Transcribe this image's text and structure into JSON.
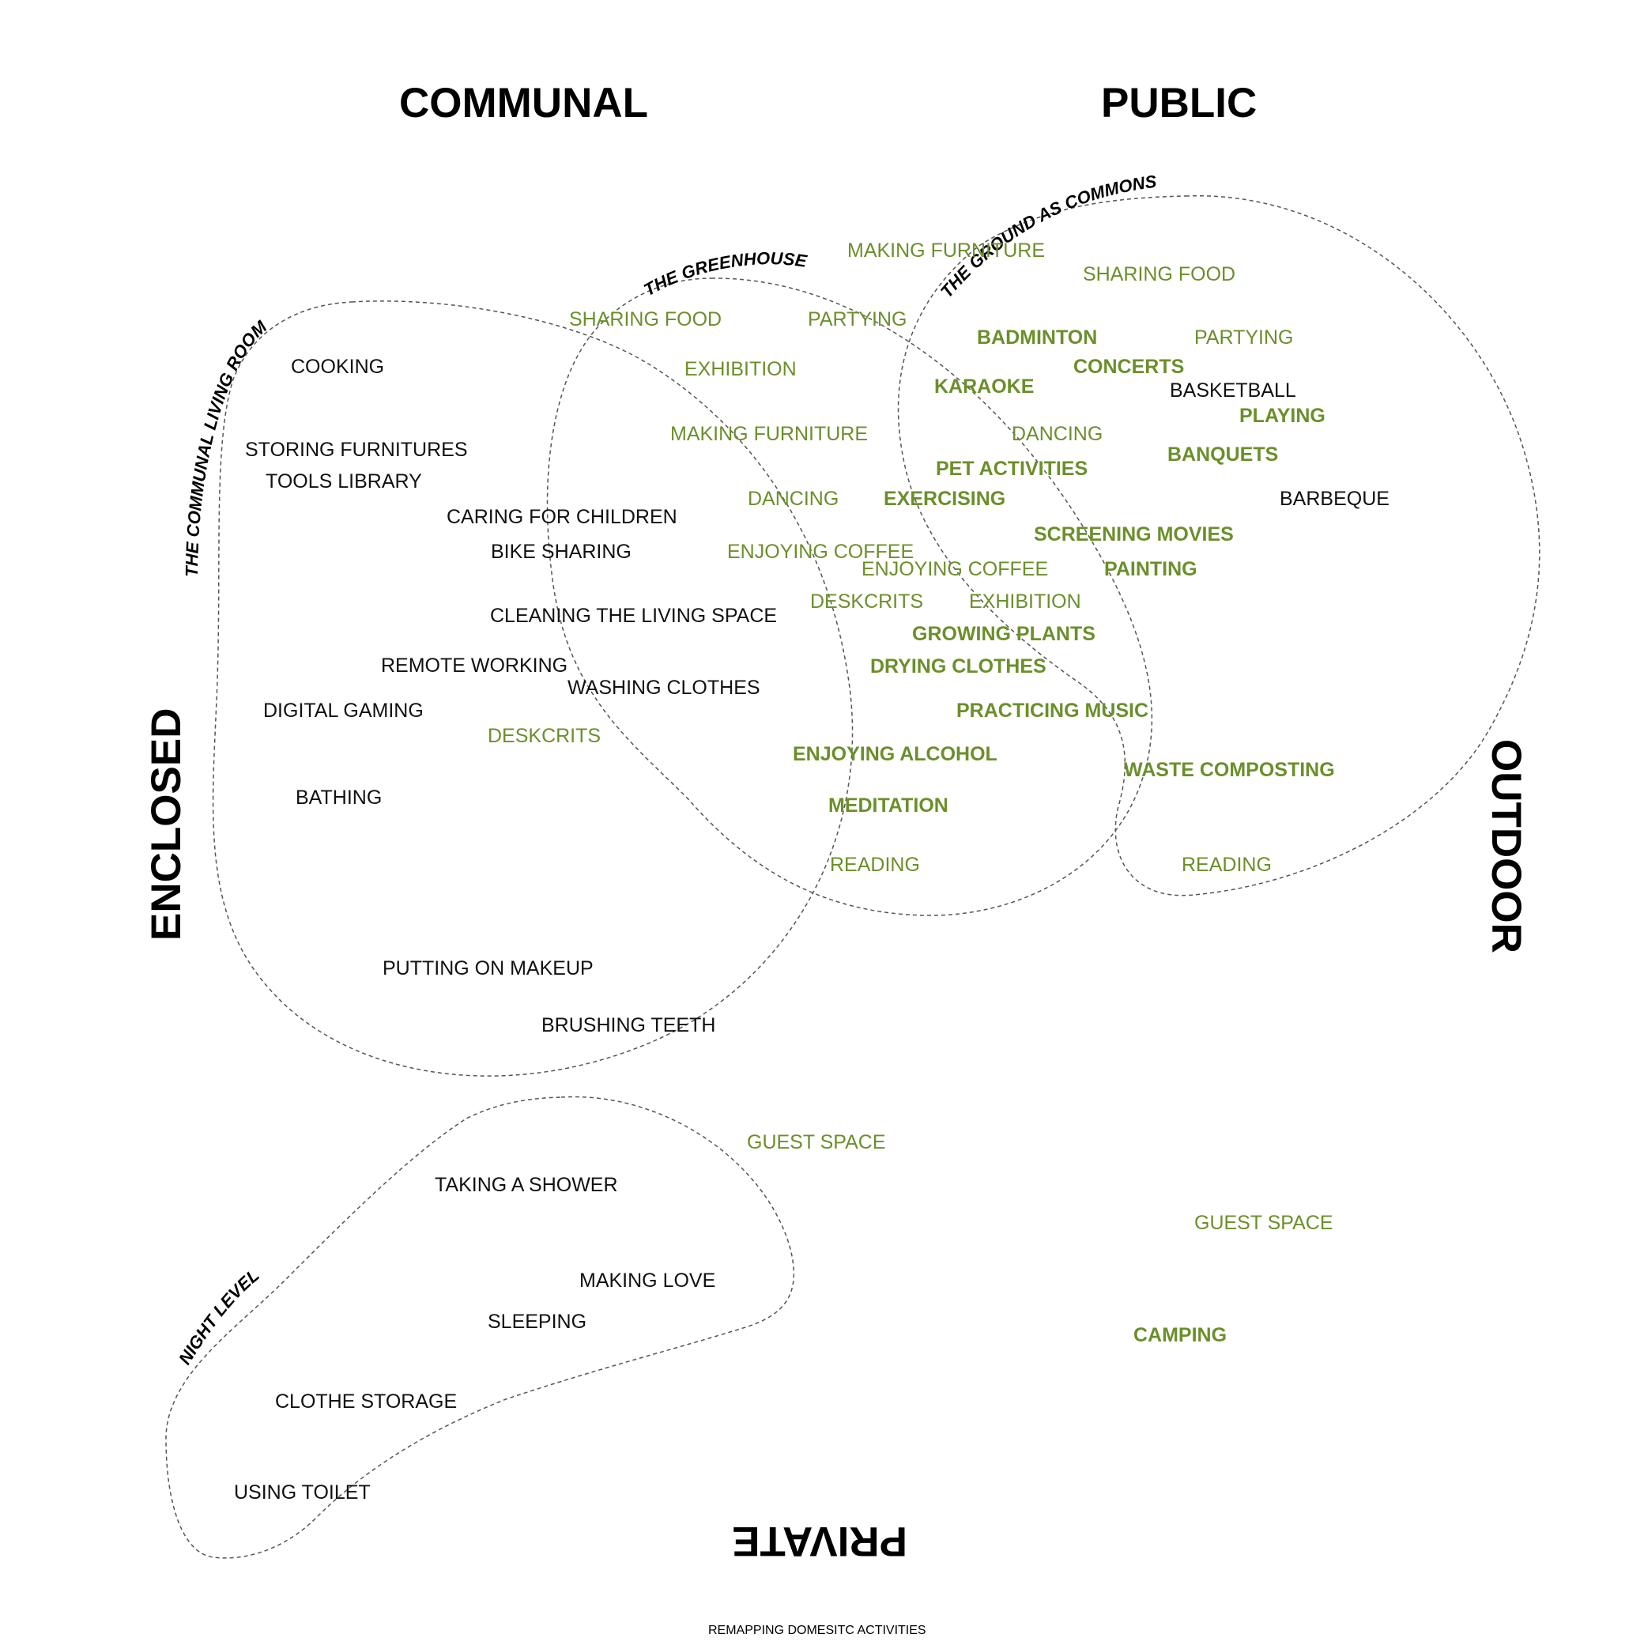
{
  "axes": {
    "communal": "COMMUNAL",
    "public": "PUBLIC",
    "enclosed": "ENCLOSED",
    "outdoor": "OUTDOOR",
    "private": "PRIVATE"
  },
  "zones": {
    "living_room": "THE COMMUNAL LIVING ROOM",
    "greenhouse": "THE GREENHOUSE",
    "ground": "THE GROUND AS COMMONS",
    "night": "NIGHT LEVEL"
  },
  "activities": [
    "COOKING",
    "STORING FURNITURES",
    "TOOLS LIBRARY",
    "CARING FOR CHILDREN",
    "BIKE SHARING",
    "CLEANING THE LIVING SPACE",
    "REMOTE WORKING",
    "WASHING CLOTHES",
    "DIGITAL GAMING",
    "DESKCRITS",
    "BATHING",
    "PUTTING ON MAKEUP",
    "BRUSHING TEETH",
    "SHARING FOOD",
    "PARTYING",
    "EXHIBITION",
    "MAKING FURNITURE",
    "DANCING",
    "ENJOYING COFFEE",
    "DESKCRITS",
    "DRYING CLOTHES",
    "ENJOYING ALCOHOL",
    "MEDITATION",
    "READING",
    "MAKING FURNITURE",
    "SHARING FOOD",
    "BADMINTON",
    "PARTYING",
    "KARAOKE",
    "CONCERTS",
    "BASKETBALL",
    "PLAYING",
    "DANCING",
    "BANQUETS",
    "PET ACTIVITIES",
    "EXERCISING",
    "BARBEQUE",
    "SCREENING MOVIES",
    "ENJOYING COFFEE",
    "PAINTING",
    "EXHIBITION",
    "GROWING PLANTS",
    "PRACTICING MUSIC",
    "WASTE COMPOSTING",
    "READING",
    "GUEST SPACE",
    "TAKING A SHOWER",
    "MAKING LOVE",
    "SLEEPING",
    "CLOTHE STORAGE",
    "USING TOILET",
    "GUEST SPACE",
    "CAMPING"
  ],
  "colors": {
    "black": "#111111",
    "green": "#6b8f2a",
    "outline": "#555555"
  },
  "footer": "REMAPPING DOMESITC ACTIVITIES"
}
